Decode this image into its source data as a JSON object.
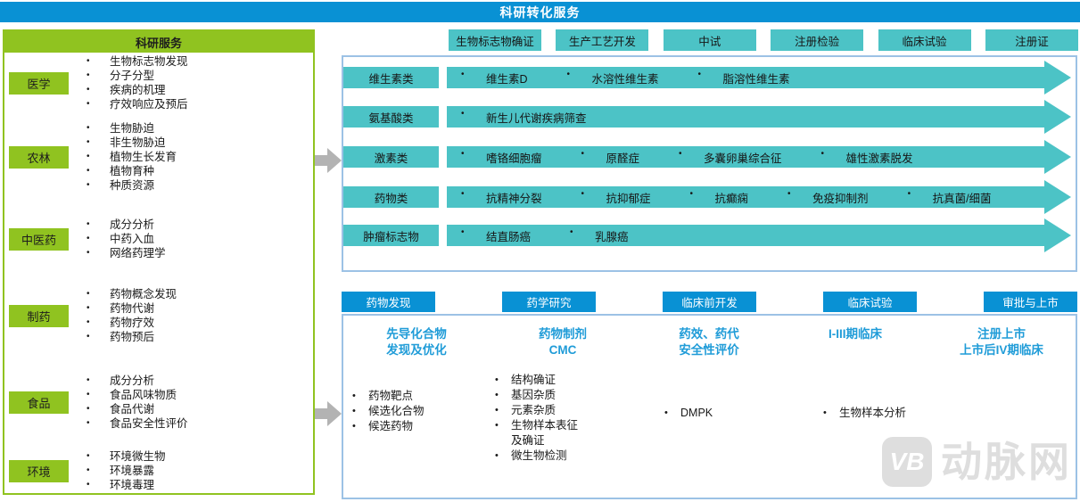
{
  "title": "科研转化服务",
  "colors": {
    "blue": "#0991d4",
    "teal": "#4cc3c6",
    "green": "#90c320",
    "box_border_blue": "#9cc2e5",
    "heading_blue": "#209cd8",
    "arrow_gray": "#b3b3b3",
    "watermark_gray": "#dedede"
  },
  "sidebar": {
    "header": "科研服务",
    "groups": [
      {
        "label": "医学",
        "items": [
          "生物标志物发现",
          "分子分型",
          "疾病的机理",
          "疗效响应及预后"
        ]
      },
      {
        "label": "农林",
        "items": [
          "生物胁迫",
          "非生物胁迫",
          "植物生长发育",
          "植物育种",
          "种质资源"
        ]
      },
      {
        "label": "中医药",
        "items": [
          "成分分析",
          "中药入血",
          "网络药理学"
        ]
      },
      {
        "label": "制药",
        "items": [
          "药物概念发现",
          "药物代谢",
          "药物疗效",
          "药物预后"
        ]
      },
      {
        "label": "食品",
        "items": [
          "成分分析",
          "食品风味物质",
          "食品代谢",
          "食品安全性评价"
        ]
      },
      {
        "label": "环境",
        "items": [
          "环境微生物",
          "环境暴露",
          "环境毒理"
        ]
      }
    ]
  },
  "pipeline_top": {
    "buttons": [
      "生物标志物确证",
      "生产工艺开发",
      "中试",
      "注册检验",
      "临床试验",
      "注册证"
    ],
    "rows": [
      {
        "label": "维生素类",
        "items": [
          "维生素D",
          "水溶性维生素",
          "脂溶性维生素"
        ]
      },
      {
        "label": "氨基酸类",
        "items": [
          "新生儿代谢疾病筛查"
        ]
      },
      {
        "label": "激素类",
        "items": [
          "嗜铬细胞瘤",
          "原醛症",
          "多囊卵巢综合征",
          "雄性激素脱发"
        ]
      },
      {
        "label": "药物类",
        "items": [
          "抗精神分裂",
          "抗抑郁症",
          "抗癫痫",
          "免疫抑制剂",
          "抗真菌/细菌"
        ]
      },
      {
        "label": "肿瘤标志物",
        "items": [
          "结直肠癌",
          "乳腺癌"
        ]
      }
    ]
  },
  "pipeline_bottom": {
    "buttons": [
      "药物发现",
      "药学研究",
      "临床前开发",
      "临床试验",
      "审批与上市"
    ],
    "stages": [
      {
        "heading": [
          "先导化合物",
          "发现及优化"
        ],
        "items": [
          "药物靶点",
          "候选化合物",
          "候选药物"
        ]
      },
      {
        "heading": [
          "药物制剂",
          "CMC"
        ],
        "items": [
          "结构确证",
          "基因杂质",
          "元素杂质",
          "生物样本表征及确证",
          "微生物检测"
        ]
      },
      {
        "heading": [
          "药效、药代",
          "安全性评价"
        ],
        "items": [
          "DMPK"
        ]
      },
      {
        "heading": [
          "I-III期临床"
        ],
        "items": [
          "生物样本分析"
        ]
      },
      {
        "heading": [
          "注册上市",
          "上市后IV期临床"
        ],
        "items": []
      }
    ]
  },
  "watermark": {
    "logo": "VB",
    "text": "动脉网"
  }
}
